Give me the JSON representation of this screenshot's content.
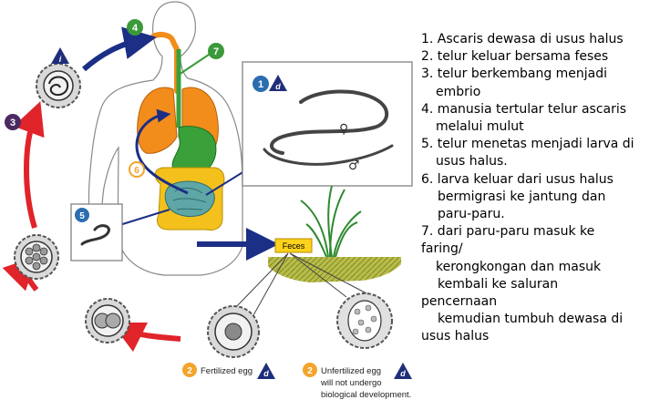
{
  "diagram": {
    "step_numbers": {
      "s1": "1",
      "s2a": "2",
      "s2b": "2",
      "s3": "3",
      "s4": "4",
      "s5": "5",
      "s6": "6",
      "s7": "7"
    },
    "stage_marks": {
      "d_adult": "d",
      "d_fert": "d",
      "d_unfert": "d",
      "i_infective": "i"
    },
    "sex_symbols": {
      "female": "♀",
      "male": "♂"
    },
    "feces_label": "Feces",
    "fertilized_caption": "Fertilized egg",
    "unfertilized_caption": {
      "line1": "Unfertilized egg",
      "line2": "will not undergo",
      "line3": "biological development."
    },
    "colors": {
      "step_green": "#3a9a3a",
      "step_blue": "#2a6db0",
      "step_orange": "#f2a42b",
      "step_purple": "#4b2a63",
      "arrow_red": "#e0242a",
      "arrow_navy": "#1c2f86",
      "lung_orange": "#f28d1c",
      "stomach_green": "#3aa03a",
      "intestine_yellow": "#f4c11c",
      "small_intestine_teal": "#5fa6a6",
      "feces_yellow": "#ffd21c",
      "triangle_navy": "#1f2e7a"
    }
  },
  "legend": {
    "lines": [
      "1. Ascaris dewasa di usus halus",
      "2. telur keluar bersama feses",
      "3. telur berkembang menjadi",
      "embrio",
      "4. manusia tertular telur ascaris",
      "melalui mulut",
      "5. telur menetas menjadi larva di",
      "usus halus.",
      "6. larva keluar dari usus halus",
      "bermigrasi ke jantung dan",
      "paru-paru.",
      "7. dari paru-paru masuk ke",
      "faring/",
      "kerongkongan dan masuk",
      "kembali ke saluran",
      "pencernaan",
      "kemudian tumbuh dewasa di",
      "usus halus"
    ]
  }
}
